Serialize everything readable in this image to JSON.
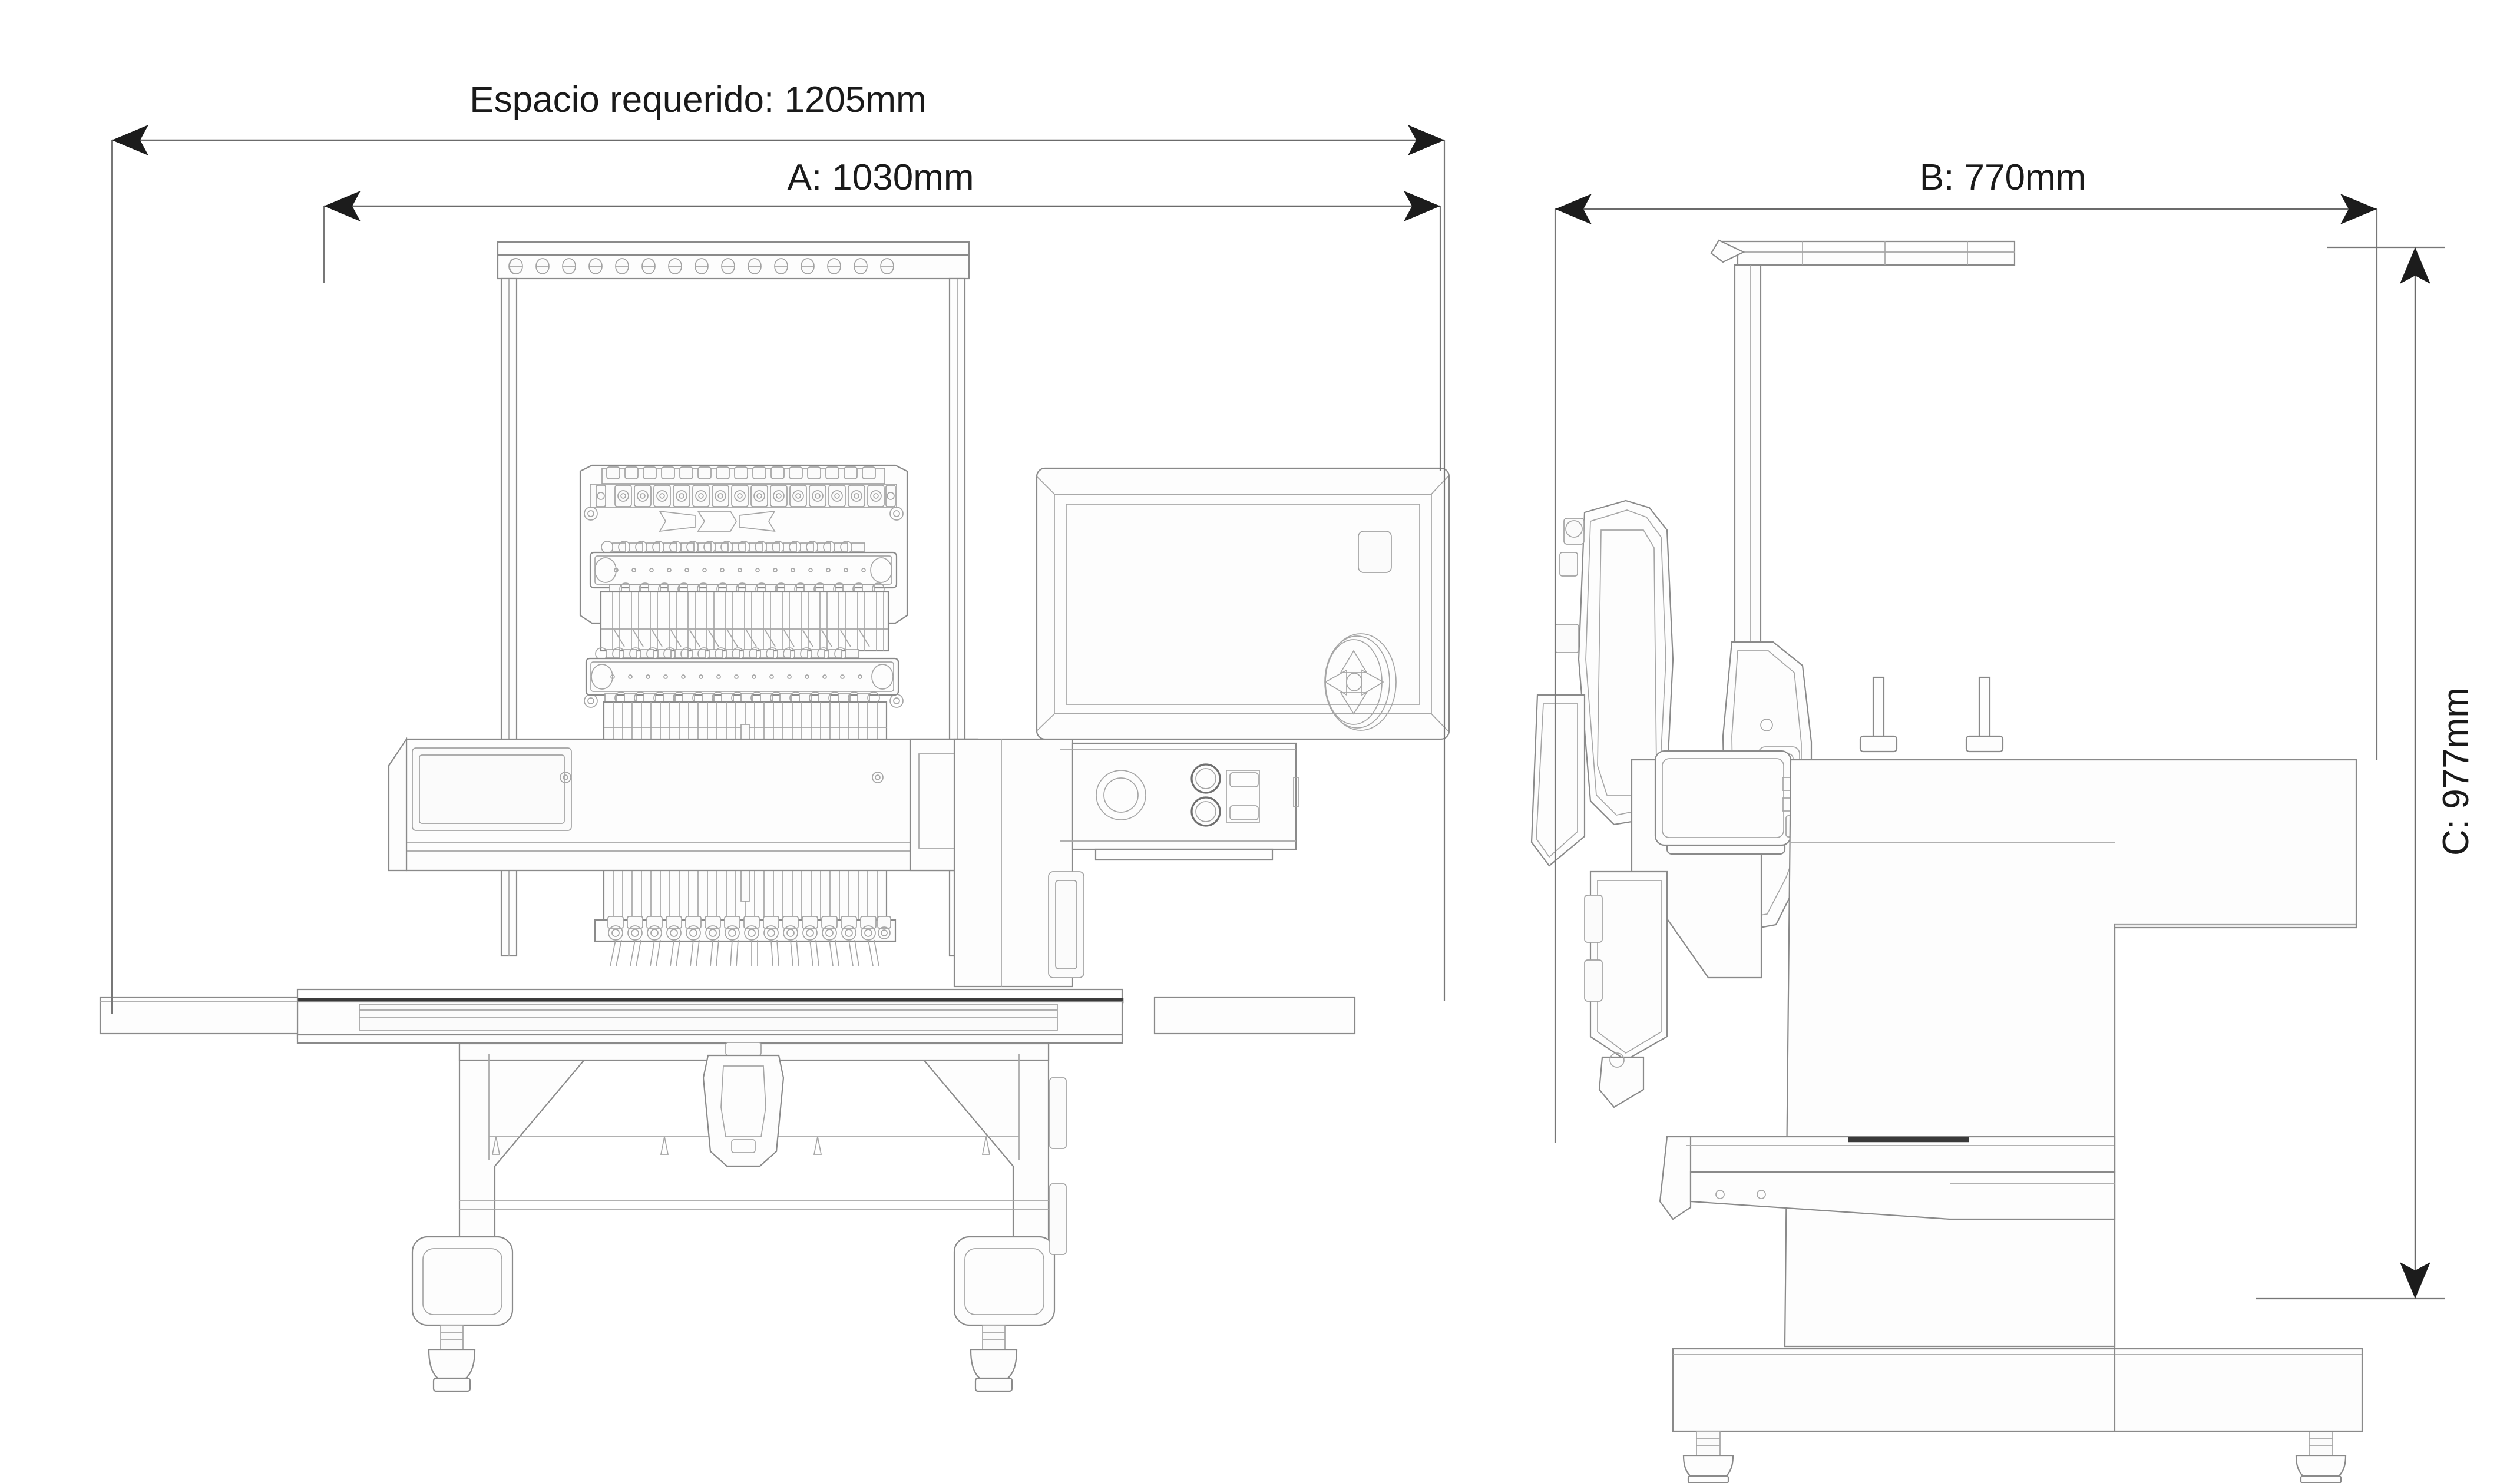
{
  "drawing": {
    "title_note": "",
    "type": "technical-dimension-drawing",
    "background_color": "#ffffff",
    "line_color": "#8a8a8a",
    "text_color": "#1a1a1a",
    "views": [
      {
        "id": "front",
        "name": "front-elevation"
      },
      {
        "id": "side",
        "name": "side-elevation"
      }
    ]
  },
  "dimensions": {
    "required_space": {
      "label": "Espacio requerido: 1205mm",
      "value": 1205,
      "unit": "mm",
      "orientation": "horizontal",
      "view": "front"
    },
    "width_a": {
      "label": "A: 1030mm",
      "letter": "A",
      "value": 1030,
      "unit": "mm",
      "orientation": "horizontal",
      "view": "front"
    },
    "depth_b": {
      "label": "B: 770mm",
      "letter": "B",
      "value": 770,
      "unit": "mm",
      "orientation": "horizontal",
      "view": "side"
    },
    "height_c": {
      "label": "C: 977mm",
      "letter": "C",
      "value": 977,
      "unit": "mm",
      "orientation": "vertical",
      "view": "side"
    }
  },
  "machine": {
    "kind": "single-head-embroidery-machine",
    "needle_count": 15,
    "spool_pin_count": 15,
    "components": {
      "thread_stand": "thread-stand",
      "needle_bar_case": "needle-bar-case",
      "touchscreen": "control-panel-touchscreen",
      "navigation_pad": "directional-pad",
      "main_knob": "rotary-knob",
      "start_button": "round-button",
      "stop_button": "round-button",
      "button_panel": "button-panel",
      "table": "work-table",
      "x_rail": "x-axis-rail",
      "hoop_arm": "hoop-carriage-arm",
      "leg_left": "leg-left",
      "leg_right": "leg-right",
      "foot_left": "leveling-foot-left",
      "foot_right": "leveling-foot-right"
    }
  }
}
